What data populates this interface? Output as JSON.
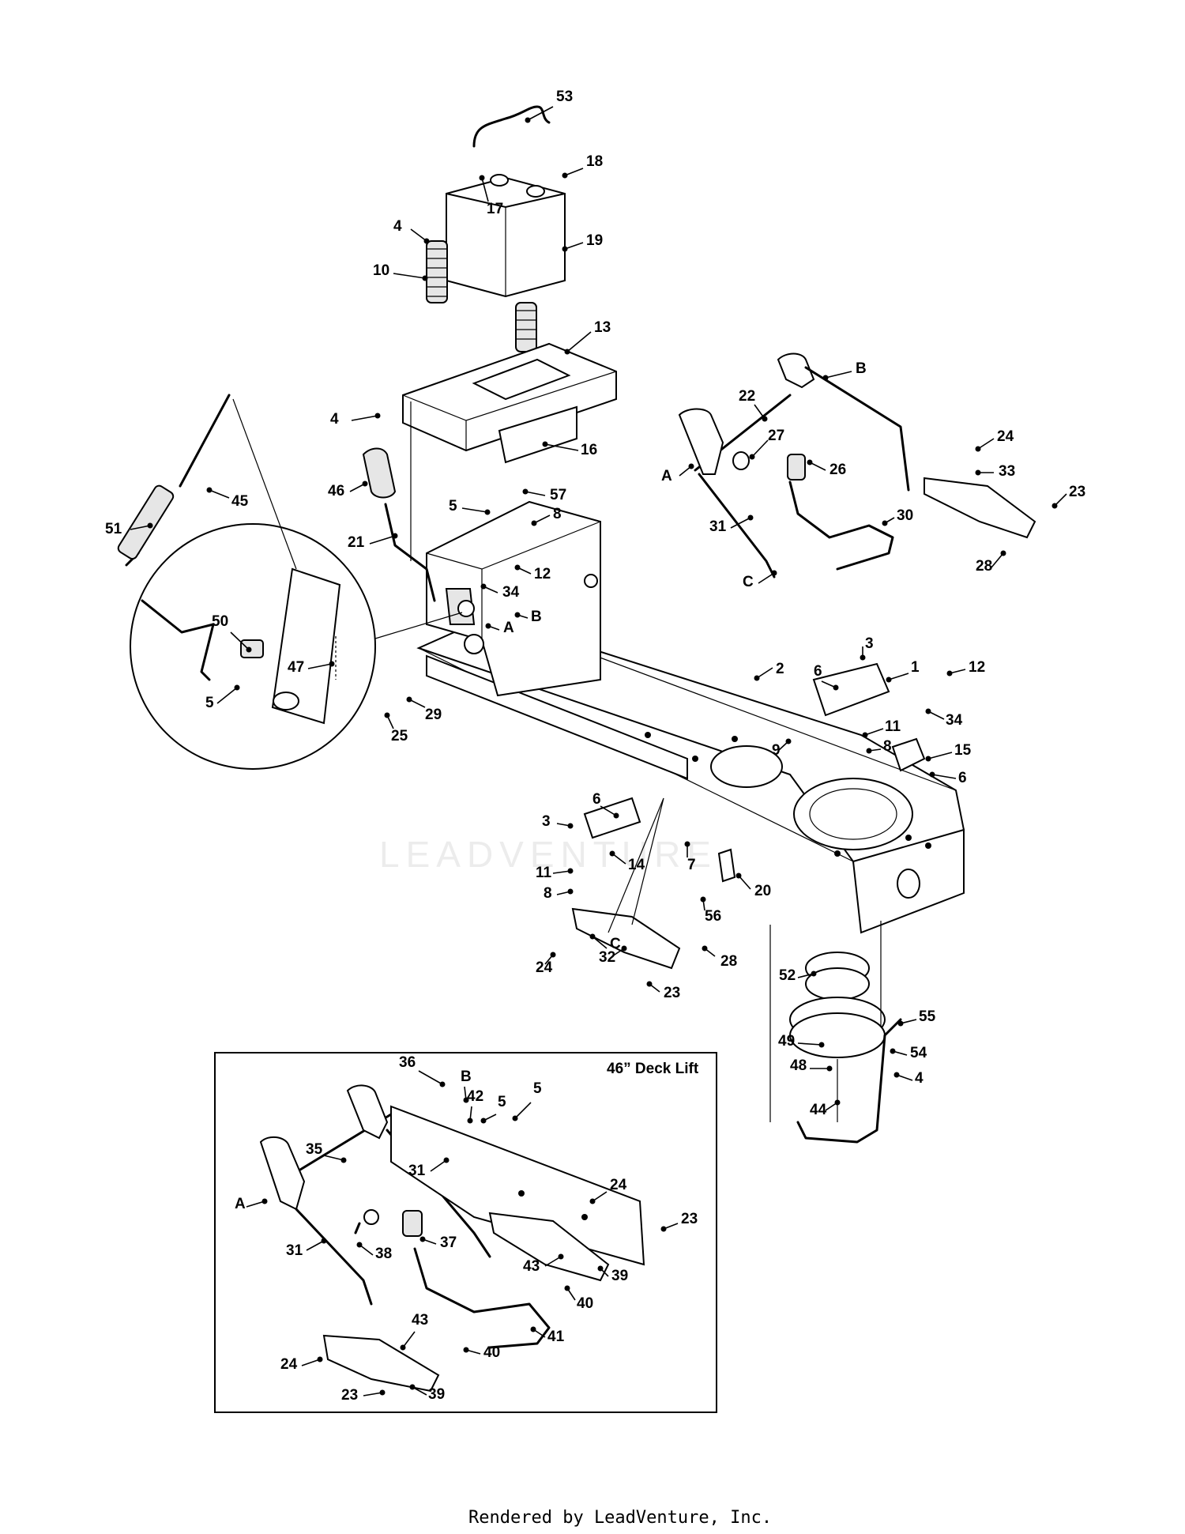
{
  "inset": {
    "title": "46” Deck Lift"
  },
  "watermark": "LEADVENTURE",
  "footer": "Rendered by LeadVenture, Inc.",
  "callouts": [
    {
      "id": "c53a",
      "text": "53"
    },
    {
      "id": "c18",
      "text": "18"
    },
    {
      "id": "c17",
      "text": "17"
    },
    {
      "id": "c4a",
      "text": "4"
    },
    {
      "id": "c19",
      "text": "19"
    },
    {
      "id": "c10",
      "text": "10"
    },
    {
      "id": "c13",
      "text": "13"
    },
    {
      "id": "c4b",
      "text": "4"
    },
    {
      "id": "c16",
      "text": "16"
    },
    {
      "id": "c46",
      "text": "46"
    },
    {
      "id": "c5a",
      "text": "5"
    },
    {
      "id": "c57",
      "text": "57"
    },
    {
      "id": "c8a",
      "text": "8"
    },
    {
      "id": "c21",
      "text": "21"
    },
    {
      "id": "c12a",
      "text": "12"
    },
    {
      "id": "c34a",
      "text": "34"
    },
    {
      "id": "cBa",
      "text": "B"
    },
    {
      "id": "cAa",
      "text": "A"
    },
    {
      "id": "c45",
      "text": "45"
    },
    {
      "id": "c51",
      "text": "51"
    },
    {
      "id": "c50",
      "text": "50"
    },
    {
      "id": "c47",
      "text": "47"
    },
    {
      "id": "c5b",
      "text": "5"
    },
    {
      "id": "c29",
      "text": "29"
    },
    {
      "id": "c25",
      "text": "25"
    },
    {
      "id": "cBb",
      "text": "B"
    },
    {
      "id": "c22",
      "text": "22"
    },
    {
      "id": "c27",
      "text": "27"
    },
    {
      "id": "cAb",
      "text": "A"
    },
    {
      "id": "c26",
      "text": "26"
    },
    {
      "id": "c24a",
      "text": "24"
    },
    {
      "id": "c33",
      "text": "33"
    },
    {
      "id": "c23a",
      "text": "23"
    },
    {
      "id": "c31a",
      "text": "31"
    },
    {
      "id": "c30",
      "text": "30"
    },
    {
      "id": "c28a",
      "text": "28"
    },
    {
      "id": "cCa",
      "text": "C"
    },
    {
      "id": "c3a",
      "text": "3"
    },
    {
      "id": "c2",
      "text": "2"
    },
    {
      "id": "c6a",
      "text": "6"
    },
    {
      "id": "c1",
      "text": "1"
    },
    {
      "id": "c12b",
      "text": "12"
    },
    {
      "id": "c34b",
      "text": "34"
    },
    {
      "id": "c11a",
      "text": "11"
    },
    {
      "id": "c9",
      "text": "9"
    },
    {
      "id": "c8b",
      "text": "8"
    },
    {
      "id": "c15",
      "text": "15"
    },
    {
      "id": "c6b",
      "text": "6"
    },
    {
      "id": "c6c",
      "text": "6"
    },
    {
      "id": "c3b",
      "text": "3"
    },
    {
      "id": "c14",
      "text": "14"
    },
    {
      "id": "c11b",
      "text": "11"
    },
    {
      "id": "c8c",
      "text": "8"
    },
    {
      "id": "c7",
      "text": "7"
    },
    {
      "id": "c20",
      "text": "20"
    },
    {
      "id": "c56",
      "text": "56"
    },
    {
      "id": "cCb",
      "text": "C"
    },
    {
      "id": "c24b",
      "text": "24"
    },
    {
      "id": "c32",
      "text": "32"
    },
    {
      "id": "c28b",
      "text": "28"
    },
    {
      "id": "c23b",
      "text": "23"
    },
    {
      "id": "c52",
      "text": "52"
    },
    {
      "id": "c55",
      "text": "55"
    },
    {
      "id": "c49",
      "text": "49"
    },
    {
      "id": "c54",
      "text": "54"
    },
    {
      "id": "c48",
      "text": "48"
    },
    {
      "id": "c4c",
      "text": "4"
    },
    {
      "id": "c44",
      "text": "44"
    },
    {
      "id": "c36",
      "text": "36"
    },
    {
      "id": "cBc",
      "text": "B"
    },
    {
      "id": "c42",
      "text": "42"
    },
    {
      "id": "c5c",
      "text": "5"
    },
    {
      "id": "c5d",
      "text": "5"
    },
    {
      "id": "c35",
      "text": "35"
    },
    {
      "id": "c24c",
      "text": "24"
    },
    {
      "id": "c31b",
      "text": "31"
    },
    {
      "id": "cAc",
      "text": "A"
    },
    {
      "id": "c23c",
      "text": "23"
    },
    {
      "id": "c37",
      "text": "37"
    },
    {
      "id": "c31c",
      "text": "31"
    },
    {
      "id": "c38",
      "text": "38"
    },
    {
      "id": "c43a",
      "text": "43"
    },
    {
      "id": "c39a",
      "text": "39"
    },
    {
      "id": "c40a",
      "text": "40"
    },
    {
      "id": "c41",
      "text": "41"
    },
    {
      "id": "c43b",
      "text": "43"
    },
    {
      "id": "c24d",
      "text": "24"
    },
    {
      "id": "c40b",
      "text": "40"
    },
    {
      "id": "c23d",
      "text": "23"
    },
    {
      "id": "c39b",
      "text": "39"
    }
  ]
}
